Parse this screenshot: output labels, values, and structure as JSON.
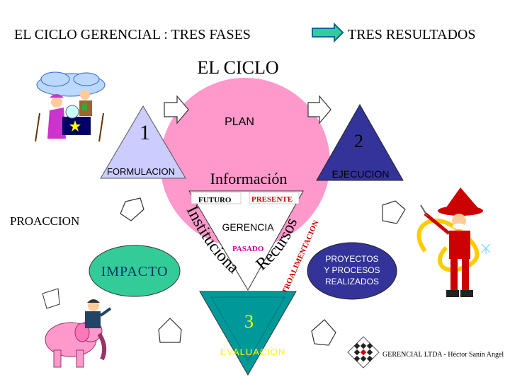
{
  "header": {
    "left_text": "EL CICLO GERENCIAL : TRES FASES",
    "right_text": "TRES RESULTADOS",
    "arrow_icon": "right-arrow-icon"
  },
  "diagram": {
    "title": "EL CICLO",
    "plan_label": "PLAN",
    "phase_1_number": "1",
    "phase_2_number": "2",
    "phase_3_number": "3",
    "formulacion_label": "FORMULACION",
    "ejecucion_label": "EJECUCION",
    "evaluacion_label": "EVALUACION",
    "informacion_label": "Información",
    "futuro_label": "FUTURO",
    "presente_label": "PRESENTE",
    "pasado_label": "PASADO",
    "gerencia_label": "GERENCIA",
    "institucional_label": "Institucional",
    "recursos_label": "Recursos",
    "retroalimentacion_label": "RETROALIMENTACION",
    "proaccion_label": "PROACCION",
    "impacto_label": "IMPACTO",
    "proyectos_lines": [
      "PROYECTOS",
      "Y PROCESOS",
      "REALIZADOS"
    ]
  },
  "footer": {
    "credit": "GERENCIAL LTDA - Héctor Sanín Angel"
  },
  "colors": {
    "plan_circle": "#ff99cc",
    "phase_1_triangle": "#ccccff",
    "phase_2_triangle": "#333399",
    "phase_3_triangle": "#009999",
    "impacto_ellipse": "#33cc99",
    "proyectos_ellipse": "#333399",
    "red_label": "#cc0000",
    "magenta_label": "#cc0099",
    "arrow_fill": "#33cc99",
    "arrow_stroke": "#006699"
  },
  "illustrations": [
    "fortune-teller-clipart",
    "firefighter-clipart",
    "elephant-rider-clipart",
    "company-logo-icon"
  ]
}
